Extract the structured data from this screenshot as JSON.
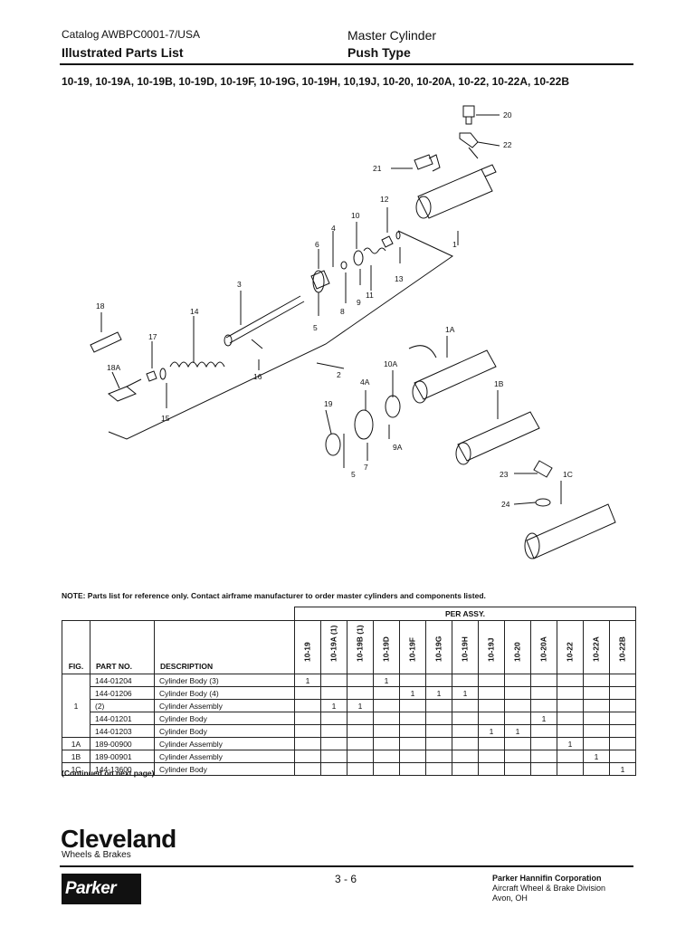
{
  "header": {
    "catalog": "Catalog AWBPC0001-7/USA",
    "section": "Illustrated Parts List",
    "title": "Master Cylinder",
    "subtitle": "Push Type"
  },
  "models_line": "10-19, 10-19A, 10-19B, 10-19D, 10-19F, 10-19G, 10-19H, 10,19J, 10-20, 10-20A, 10-22, 10-22A, 10-22B",
  "diagram_labels": [
    "20",
    "22",
    "21",
    "12",
    "10",
    "4",
    "6",
    "1",
    "13",
    "11",
    "9",
    "8",
    "5",
    "3",
    "18",
    "17",
    "14",
    "16",
    "2",
    "1A",
    "18A",
    "15",
    "10A",
    "4A",
    "19",
    "1B",
    "9A",
    "7",
    "5",
    "23",
    "1C",
    "24"
  ],
  "note": "NOTE:   Parts list for reference only.  Contact airframe manufacturer to order master cylinders and components listed.",
  "table": {
    "per_assy_label": "PER ASSY.",
    "col_fig": "FIG.",
    "col_part": "PART NO.",
    "col_desc": "DESCRIPTION",
    "models": [
      "10-19",
      "10-19A (1)",
      "10-19B (1)",
      "10-19D",
      "10-19F",
      "10-19G",
      "10-19H",
      "10-19J",
      "10-20",
      "10-20A",
      "10-22",
      "10-22A",
      "10-22B"
    ],
    "rows": [
      {
        "fig": "1",
        "part": "144-01204",
        "desc": "Cylinder Body (3)",
        "qty": [
          "1",
          "",
          "",
          "1",
          "",
          "",
          "",
          "",
          "",
          "",
          "",
          "",
          ""
        ]
      },
      {
        "fig": "",
        "part": "144-01206",
        "desc": "Cylinder Body (4)",
        "qty": [
          "",
          "",
          "",
          "",
          "1",
          "1",
          "1",
          "",
          "",
          "",
          "",
          "",
          ""
        ]
      },
      {
        "fig": "",
        "part": "(2)",
        "desc": "Cylinder Assembly",
        "qty": [
          "",
          "1",
          "1",
          "",
          "",
          "",
          "",
          "",
          "",
          "",
          "",
          "",
          ""
        ]
      },
      {
        "fig": "",
        "part": "144-01201",
        "desc": "Cylinder Body",
        "qty": [
          "",
          "",
          "",
          "",
          "",
          "",
          "",
          "",
          "",
          "1",
          "",
          "",
          ""
        ]
      },
      {
        "fig": "",
        "part": "144-01203",
        "desc": "Cylinder Body",
        "qty": [
          "",
          "",
          "",
          "",
          "",
          "",
          "",
          "1",
          "1",
          "",
          "",
          "",
          ""
        ]
      },
      {
        "fig": "1A",
        "part": "189-00900",
        "desc": "Cylinder Assembly",
        "qty": [
          "",
          "",
          "",
          "",
          "",
          "",
          "",
          "",
          "",
          "",
          "1",
          "",
          ""
        ]
      },
      {
        "fig": "1B",
        "part": "189-00901",
        "desc": "Cylinder Assembly",
        "qty": [
          "",
          "",
          "",
          "",
          "",
          "",
          "",
          "",
          "",
          "",
          "",
          "1",
          ""
        ]
      },
      {
        "fig": "1C",
        "part": "144-13600",
        "desc": "Cylinder Body",
        "qty": [
          "",
          "",
          "",
          "",
          "",
          "",
          "",
          "",
          "",
          "",
          "",
          "",
          "1"
        ]
      }
    ]
  },
  "continued": "(Continued on next page)",
  "footer": {
    "brand": "Cleveland",
    "brand_sub": "Wheels & Brakes",
    "parker": "Parker",
    "page": "3 - 6",
    "corp": "Parker Hannifin Corporation",
    "division": "Aircraft Wheel & Brake Division",
    "location": "Avon, OH"
  }
}
